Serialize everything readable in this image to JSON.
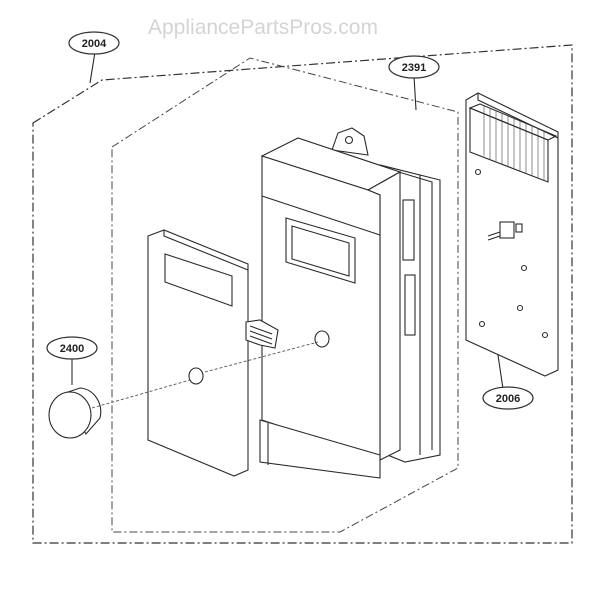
{
  "watermark": "AppliancePartsPros.com",
  "callouts": {
    "frame": "2004",
    "assembly": "2391",
    "knob": "2400",
    "pcb": "2006"
  }
}
